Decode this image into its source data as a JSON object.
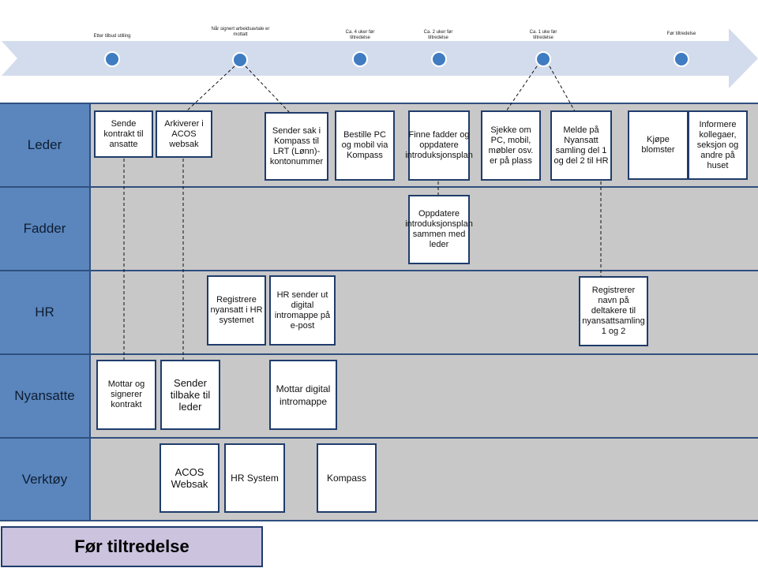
{
  "timeline": {
    "milestones": [
      {
        "label": "Etter tilbud stilling"
      },
      {
        "label": "Når signert arbeidsavtale er mottatt"
      },
      {
        "label": "Ca. 4 uker før tiltredelse"
      },
      {
        "label": "Ca. 2 uker før tiltredelse"
      },
      {
        "label": "Ca. 1 uke før tiltredelse"
      },
      {
        "label": "Før tiltredelse"
      }
    ]
  },
  "lanes": [
    {
      "label": "Leder"
    },
    {
      "label": "Fadder"
    },
    {
      "label": "HR"
    },
    {
      "label": "Nyansatte"
    },
    {
      "label": "Verktøy"
    }
  ],
  "boxes": {
    "sende_kontrakt": "Sende kontrakt til ansatte",
    "arkiverer": "Arkiverer i ACOS websak",
    "sender_sak": "Sender sak i Kompass til LRT (Lønn)-kontonummer",
    "bestille_pc": "Bestille PC og mobil via Kompass",
    "finne_fadder": "Finne fadder og oppdatere introduksjonsplan",
    "sjekke_pc": "Sjekke om PC, mobil, møbler osv. er på plass",
    "melde": "Melde på Nyansatt samling del 1 og del 2 til HR",
    "kjope": "Kjøpe blomster",
    "informere": "Informere kollegaer, seksjon og andre på huset",
    "oppdatere": "Oppdatere introduksjonsplan sammen med leder",
    "registrere": "Registrere nyansatt i HR systemet",
    "hr_sender": "HR sender ut digital intromappe på e-post",
    "registrerer_navn": "Registrerer navn på deltakere til nyansattsamling 1 og 2",
    "mottar_kontrakt": "Mottar og signerer kontrakt",
    "sender_tilbake": "Sender tilbake til leder",
    "mottar_intromappe": "Mottar digital intromappe",
    "acos": "ACOS Websak",
    "hr_system": "HR System",
    "kompass": "Kompass"
  },
  "footer": {
    "title": "Før tiltredelse"
  },
  "colors": {
    "lane_header": "#5a86bd",
    "lane_body": "#c8c8c8",
    "border": "#1f3c6b",
    "arrow": "#d3dcec",
    "milestone_dot": "#3f7cc2",
    "title_bg": "#ccc3df"
  }
}
